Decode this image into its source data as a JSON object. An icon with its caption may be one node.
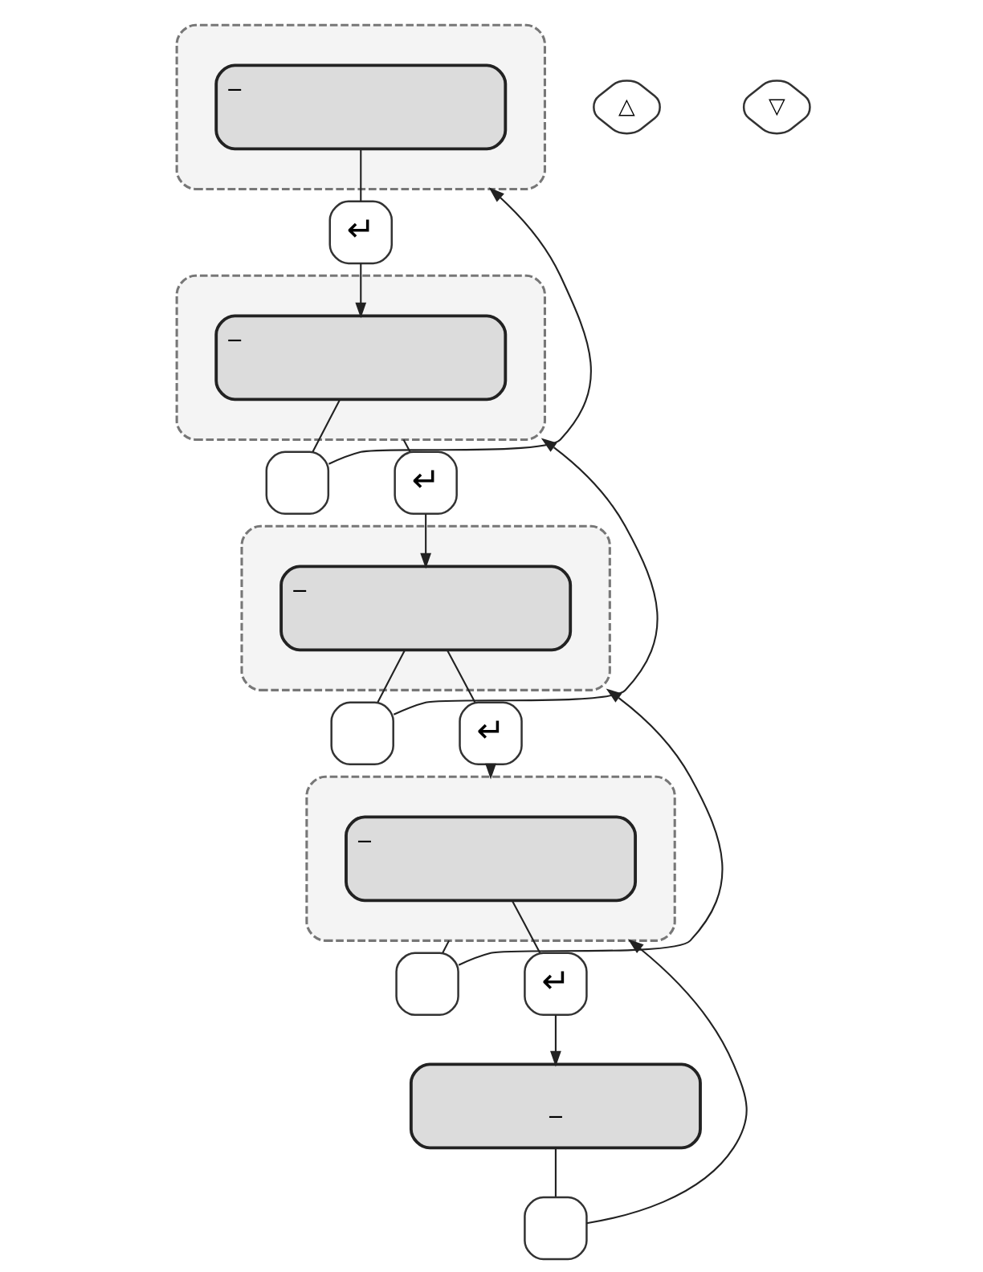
{
  "diagram": {
    "nodes": [
      {
        "text": [],
        "shape": "box"
      },
      {
        "text": [
          "_"
        ],
        "in": 0
      },
      {
        "text": [
          "△"
        ]
      },
      {
        "text": [
          "▽"
        ]
      },
      {
        "text": [
          "↵"
        ]
      },
      {
        "text": [],
        "shape": "box"
      },
      {
        "text": [
          "_"
        ],
        "in": 5
      },
      {
        "text": [],
        "shape": "box"
      },
      {
        "text": [
          "↵"
        ]
      },
      {
        "text": [],
        "shape": "box"
      },
      {
        "text": [
          "_"
        ],
        "in": 9
      },
      {
        "text": [],
        "shape": "box"
      },
      {
        "text": [
          "↵"
        ]
      },
      {
        "text": [],
        "shape": "box"
      },
      {
        "text": [
          "_"
        ],
        "in": 13
      },
      {
        "text": [],
        "shape": "box"
      },
      {
        "text": [
          "↵"
        ]
      },
      {
        "text": [
          "_"
        ]
      },
      {
        "text": [],
        "shape": "box"
      }
    ],
    "edges": [
      {
        "from": 1,
        "to": 4,
        "arrow": "none"
      },
      {
        "from": 4,
        "to": 6,
        "arrow": "to"
      },
      {
        "from": 6,
        "to": 7,
        "arrow": "none"
      },
      {
        "from": 7,
        "to": 0,
        "arrow": "to"
      },
      {
        "from": 5,
        "to": 8,
        "arrow": "none"
      },
      {
        "from": 8,
        "to": 10,
        "arrow": "to"
      },
      {
        "from": 10,
        "to": 11,
        "arrow": "none"
      },
      {
        "from": 11,
        "to": 5,
        "arrow": "to"
      },
      {
        "from": 10,
        "to": 12,
        "arrow": "none"
      },
      {
        "from": 12,
        "to": 13,
        "arrow": "to"
      },
      {
        "from": 13,
        "to": 15,
        "arrow": "none"
      },
      {
        "from": 15,
        "to": 9,
        "arrow": "to"
      },
      {
        "from": 14,
        "to": 16,
        "arrow": "none"
      },
      {
        "from": 16,
        "to": 17,
        "arrow": "to"
      },
      {
        "from": 17,
        "to": 18,
        "arrow": "none"
      },
      {
        "from": 18,
        "to": 13,
        "arrow": "to"
      }
    ]
  }
}
